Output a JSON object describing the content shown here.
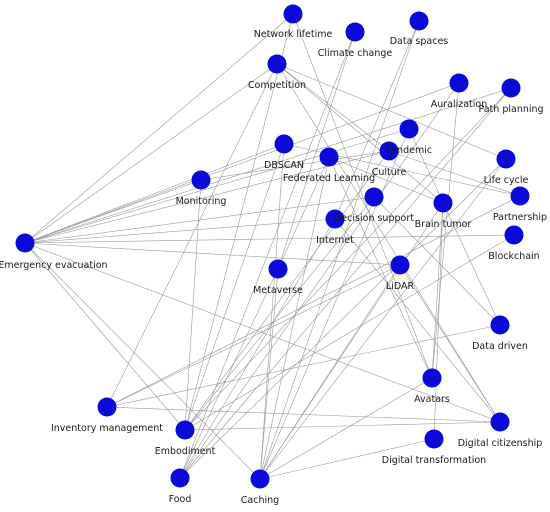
{
  "graph": {
    "node_color": "#0a0ad8",
    "edge_color": "#9a9a9a",
    "nodes": [
      {
        "id": "network-lifetime",
        "label": "Network lifetime"
      },
      {
        "id": "climate-change",
        "label": "Climate change"
      },
      {
        "id": "data-spaces",
        "label": "Data spaces"
      },
      {
        "id": "competition",
        "label": "Competition"
      },
      {
        "id": "auralization",
        "label": "Auralization"
      },
      {
        "id": "path-planning",
        "label": "Path planning"
      },
      {
        "id": "pandemic",
        "label": "Pandemic"
      },
      {
        "id": "dbscan",
        "label": "DBSCAN"
      },
      {
        "id": "federated-learning",
        "label": "Federated Learning"
      },
      {
        "id": "culture",
        "label": "Culture"
      },
      {
        "id": "life-cycle",
        "label": "Life cycle"
      },
      {
        "id": "monitoring",
        "label": "Monitoring"
      },
      {
        "id": "partnership",
        "label": "Partnership"
      },
      {
        "id": "decision-support",
        "label": "Decision support"
      },
      {
        "id": "brain-tumor",
        "label": "Brain tumor"
      },
      {
        "id": "internet",
        "label": "Internet"
      },
      {
        "id": "blockchain",
        "label": "Blockchain"
      },
      {
        "id": "emergency-evacuation",
        "label": "Emergency evacuation"
      },
      {
        "id": "metaverse",
        "label": "Metaverse"
      },
      {
        "id": "lidar",
        "label": "LiDAR"
      },
      {
        "id": "data-driven",
        "label": "Data driven"
      },
      {
        "id": "avatars",
        "label": "Avatars"
      },
      {
        "id": "inventory-management",
        "label": "Inventory management"
      },
      {
        "id": "digital-citizenship",
        "label": "Digital citizenship"
      },
      {
        "id": "embodiment",
        "label": "Embodiment"
      },
      {
        "id": "digital-transformation",
        "label": "Digital transformation"
      },
      {
        "id": "food",
        "label": "Food"
      },
      {
        "id": "caching",
        "label": "Caching"
      }
    ],
    "edges": [
      [
        "network-lifetime",
        "emergency-evacuation"
      ],
      [
        "network-lifetime",
        "embodiment"
      ],
      [
        "network-lifetime",
        "avatars"
      ],
      [
        "climate-change",
        "metaverse"
      ],
      [
        "climate-change",
        "food"
      ],
      [
        "data-spaces",
        "internet"
      ],
      [
        "data-spaces",
        "caching"
      ],
      [
        "competition",
        "emergency-evacuation"
      ],
      [
        "competition",
        "inventory-management"
      ],
      [
        "competition",
        "culture"
      ],
      [
        "competition",
        "life-cycle"
      ],
      [
        "competition",
        "digital-citizenship"
      ],
      [
        "competition",
        "brain-tumor"
      ],
      [
        "auralization",
        "emergency-evacuation"
      ],
      [
        "auralization",
        "avatars"
      ],
      [
        "auralization",
        "food"
      ],
      [
        "path-planning",
        "embodiment"
      ],
      [
        "path-planning",
        "emergency-evacuation"
      ],
      [
        "pandemic",
        "emergency-evacuation"
      ],
      [
        "pandemic",
        "caching"
      ],
      [
        "pandemic",
        "data-driven"
      ],
      [
        "dbscan",
        "emergency-evacuation"
      ],
      [
        "dbscan",
        "embodiment"
      ],
      [
        "dbscan",
        "caching"
      ],
      [
        "dbscan",
        "partnership"
      ],
      [
        "federated-learning",
        "metaverse"
      ],
      [
        "federated-learning",
        "caching"
      ],
      [
        "federated-learning",
        "avatars"
      ],
      [
        "federated-learning",
        "brain-tumor"
      ],
      [
        "culture",
        "emergency-evacuation"
      ],
      [
        "culture",
        "embodiment"
      ],
      [
        "culture",
        "partnership"
      ],
      [
        "life-cycle",
        "food"
      ],
      [
        "life-cycle",
        "caching"
      ],
      [
        "monitoring",
        "emergency-evacuation"
      ],
      [
        "monitoring",
        "culture"
      ],
      [
        "monitoring",
        "embodiment"
      ],
      [
        "partnership",
        "inventory-management"
      ],
      [
        "decision-support",
        "emergency-evacuation"
      ],
      [
        "decision-support",
        "embodiment"
      ],
      [
        "decision-support",
        "data-driven"
      ],
      [
        "brain-tumor",
        "caching"
      ],
      [
        "brain-tumor",
        "digital-transformation"
      ],
      [
        "brain-tumor",
        "avatars"
      ],
      [
        "internet",
        "emergency-evacuation"
      ],
      [
        "internet",
        "food"
      ],
      [
        "internet",
        "digital-citizenship"
      ],
      [
        "blockchain",
        "emergency-evacuation"
      ],
      [
        "blockchain",
        "embodiment"
      ],
      [
        "emergency-evacuation",
        "lidar"
      ],
      [
        "emergency-evacuation",
        "embodiment"
      ],
      [
        "emergency-evacuation",
        "caching"
      ],
      [
        "emergency-evacuation",
        "digital-citizenship"
      ],
      [
        "metaverse",
        "food"
      ],
      [
        "metaverse",
        "caching"
      ],
      [
        "lidar",
        "caching"
      ],
      [
        "lidar",
        "inventory-management"
      ],
      [
        "lidar",
        "digital-citizenship"
      ],
      [
        "data-driven",
        "inventory-management"
      ],
      [
        "avatars",
        "caching"
      ],
      [
        "inventory-management",
        "digital-citizenship"
      ],
      [
        "embodiment",
        "digital-citizenship"
      ],
      [
        "digital-transformation",
        "caching"
      ],
      [
        "food",
        "path-planning"
      ]
    ]
  }
}
